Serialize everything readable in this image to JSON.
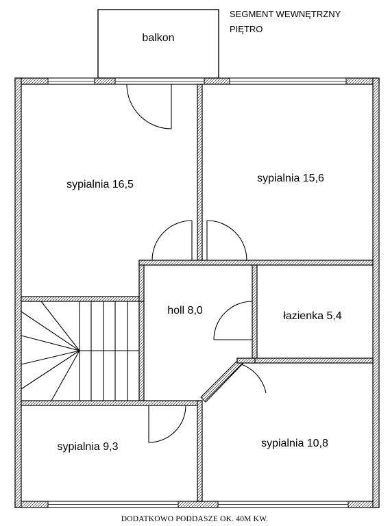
{
  "header": {
    "line1": "SEGMENT WEWNĘTRZNY",
    "line2": "PIĘTRO"
  },
  "rooms": {
    "balkon": "balkon",
    "bedroom_top_left": "sypialnia 16,5",
    "bedroom_top_right": "sypialnia 15,6",
    "hall": "holl 8,0",
    "bathroom": "łazienka 5,4",
    "bedroom_bottom_left": "sypialnia 9,3",
    "bedroom_bottom_right": "sypialnia 10,8"
  },
  "footer": {
    "note": "DODATKOWO PODDASZE OK. 40M KW."
  },
  "colors": {
    "line": "#000000",
    "background": "#ffffff",
    "window_fill": "#dddddd"
  }
}
